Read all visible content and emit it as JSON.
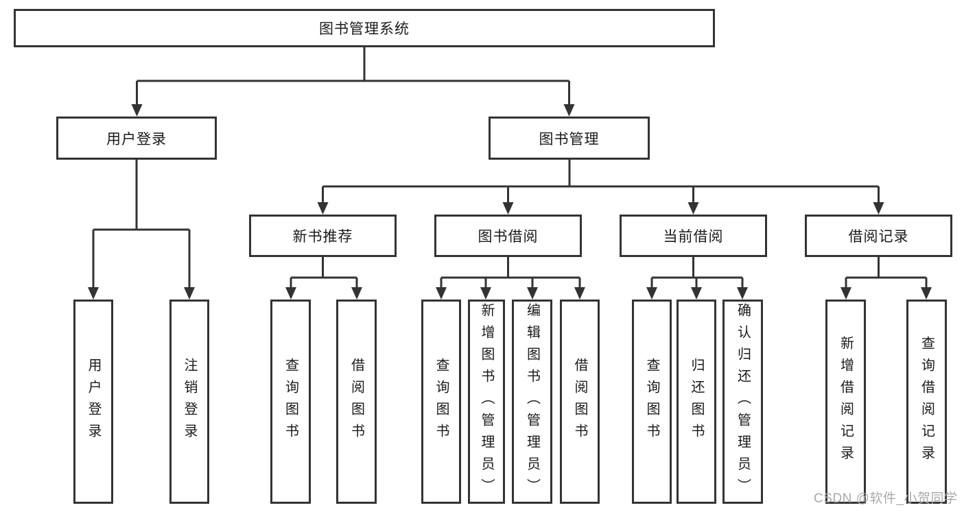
{
  "diagram_title": "图书管理系统",
  "user_branch": {
    "label": "用户登录",
    "children": [
      {
        "label": "用户登录"
      },
      {
        "label": "注销登录"
      }
    ]
  },
  "book_branch": {
    "label": "图书管理",
    "sections": [
      {
        "label": "新书推荐",
        "children": [
          {
            "label": "查询图书"
          },
          {
            "label": "借阅图书"
          }
        ]
      },
      {
        "label": "图书借阅",
        "children": [
          {
            "label": "查询图书"
          },
          {
            "label": "新增图书（管理员）"
          },
          {
            "label": "编辑图书（管理员）"
          },
          {
            "label": "借阅图书"
          }
        ]
      },
      {
        "label": "当前借阅",
        "children": [
          {
            "label": "查询图书"
          },
          {
            "label": "归还图书"
          },
          {
            "label": "确认归还（管理员）"
          }
        ]
      },
      {
        "label": "借阅记录",
        "children": [
          {
            "label": "新增借阅记录"
          },
          {
            "label": "查询借阅记录"
          }
        ]
      }
    ]
  },
  "watermark": "CSDN @软件_小贺同学",
  "colors": {
    "line": "#333333",
    "text": "#1a1a1a",
    "watermark": "#a9a9a9",
    "background": "#ffffff"
  }
}
